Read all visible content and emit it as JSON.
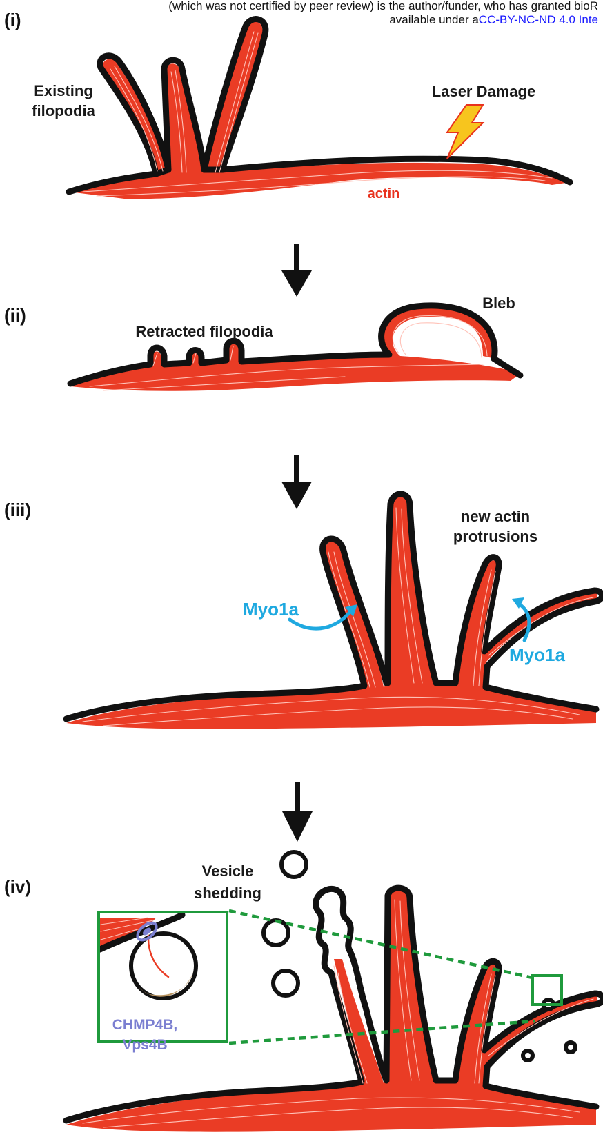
{
  "header": {
    "line1": "(which was not certified by peer review) is the author/funder, who has granted bioR",
    "line2_prefix": "available under a",
    "line2_link": "CC-BY-NC-ND 4.0 Inte"
  },
  "panels": {
    "i": {
      "label": "(i)",
      "existing_filopodia": [
        "Existing",
        "filopodia"
      ],
      "laser_damage": "Laser Damage",
      "actin": "actin"
    },
    "ii": {
      "label": "(ii)",
      "retracted_filopodia": "Retracted filopodia",
      "bleb": "Bleb"
    },
    "iii": {
      "label": "(iii)",
      "new_actin_protrusions": [
        "new actin",
        "protrusions"
      ],
      "myo1a_left": "Myo1a",
      "myo1a_right": "Myo1a"
    },
    "iv": {
      "label": "(iv)",
      "vesicle_shedding": [
        "Vesicle",
        "shedding"
      ],
      "chmp4b": [
        "CHMP4B,",
        "Vps4B"
      ]
    }
  },
  "colors": {
    "actin": "#ea3c25",
    "membrane": "#111111",
    "myo1a": "#1fa9e0",
    "chmp4b": "#7b7fd1",
    "zoom_box": "#1f9a3c",
    "link": "#1a1aff",
    "lightning": "#f7c51e"
  }
}
